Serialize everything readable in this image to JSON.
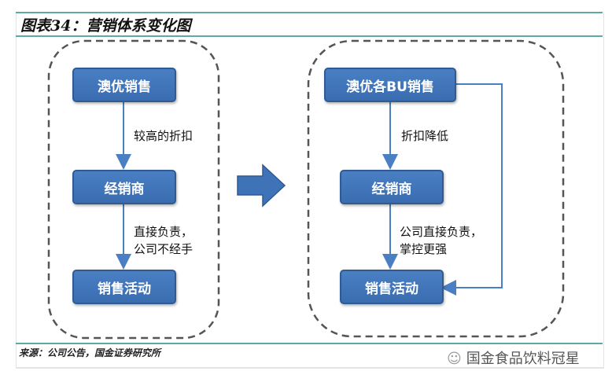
{
  "title": "图表34：营销体系变化图",
  "left": {
    "top": "澳优销售",
    "edge1": "较高的折扣",
    "middle": "经销商",
    "edge2_line1": "直接负责，",
    "edge2_line2": "公司不经手",
    "bottom": "销售活动"
  },
  "right": {
    "top": "澳优各BU销售",
    "edge1": "折扣降低",
    "middle": "经销商",
    "edge2_line1": "公司直接负责，",
    "edge2_line2": "掌控更强",
    "bottom": "销售活动"
  },
  "source": "来源：公司公告，国金证券研究所",
  "watermark": "国金食品饮料冠星",
  "colors": {
    "box": "#3f73b8",
    "arrow": "#4a7fc4",
    "teal": "#5fa9a3"
  }
}
